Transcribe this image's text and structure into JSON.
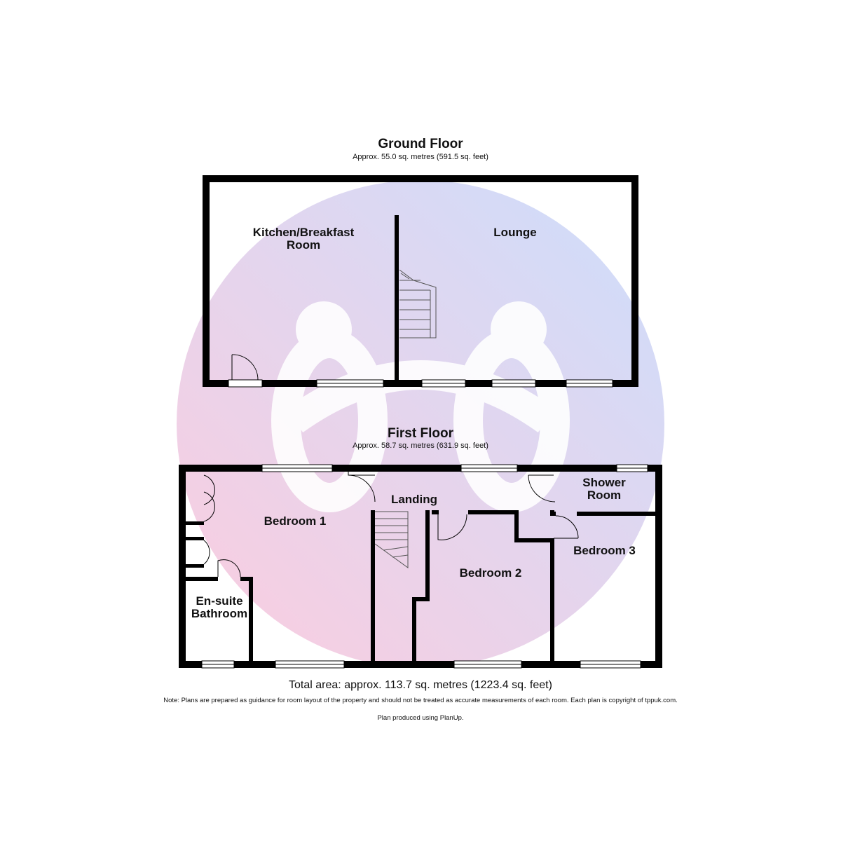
{
  "ground_floor": {
    "title": "Ground Floor",
    "area": "Approx. 55.0 sq. metres (591.5 sq. feet)",
    "rooms": {
      "kitchen": "Kitchen/Breakfast\nRoom",
      "lounge": "Lounge"
    }
  },
  "first_floor": {
    "title": "First Floor",
    "area": "Approx. 58.7 sq. metres (631.9 sq. feet)",
    "rooms": {
      "bedroom1": "Bedroom 1",
      "landing": "Landing",
      "shower": "Shower\nRoom",
      "bedroom2": "Bedroom 2",
      "bedroom3": "Bedroom 3",
      "ensuite": "En-suite\nBathroom"
    }
  },
  "total_area": "Total area: approx. 113.7 sq. metres (1223.4 sq. feet)",
  "note": "Note: Plans are prepared as guidance for room layout of the property and should not be treated as accurate measurements of each room. Each plan is copyright of tppuk.com.",
  "credit": "Plan produced using PlanUp.",
  "colors": {
    "wall": "#000000",
    "watermark_pink": "#f7a8c8",
    "watermark_blue": "#a8c8f7"
  }
}
